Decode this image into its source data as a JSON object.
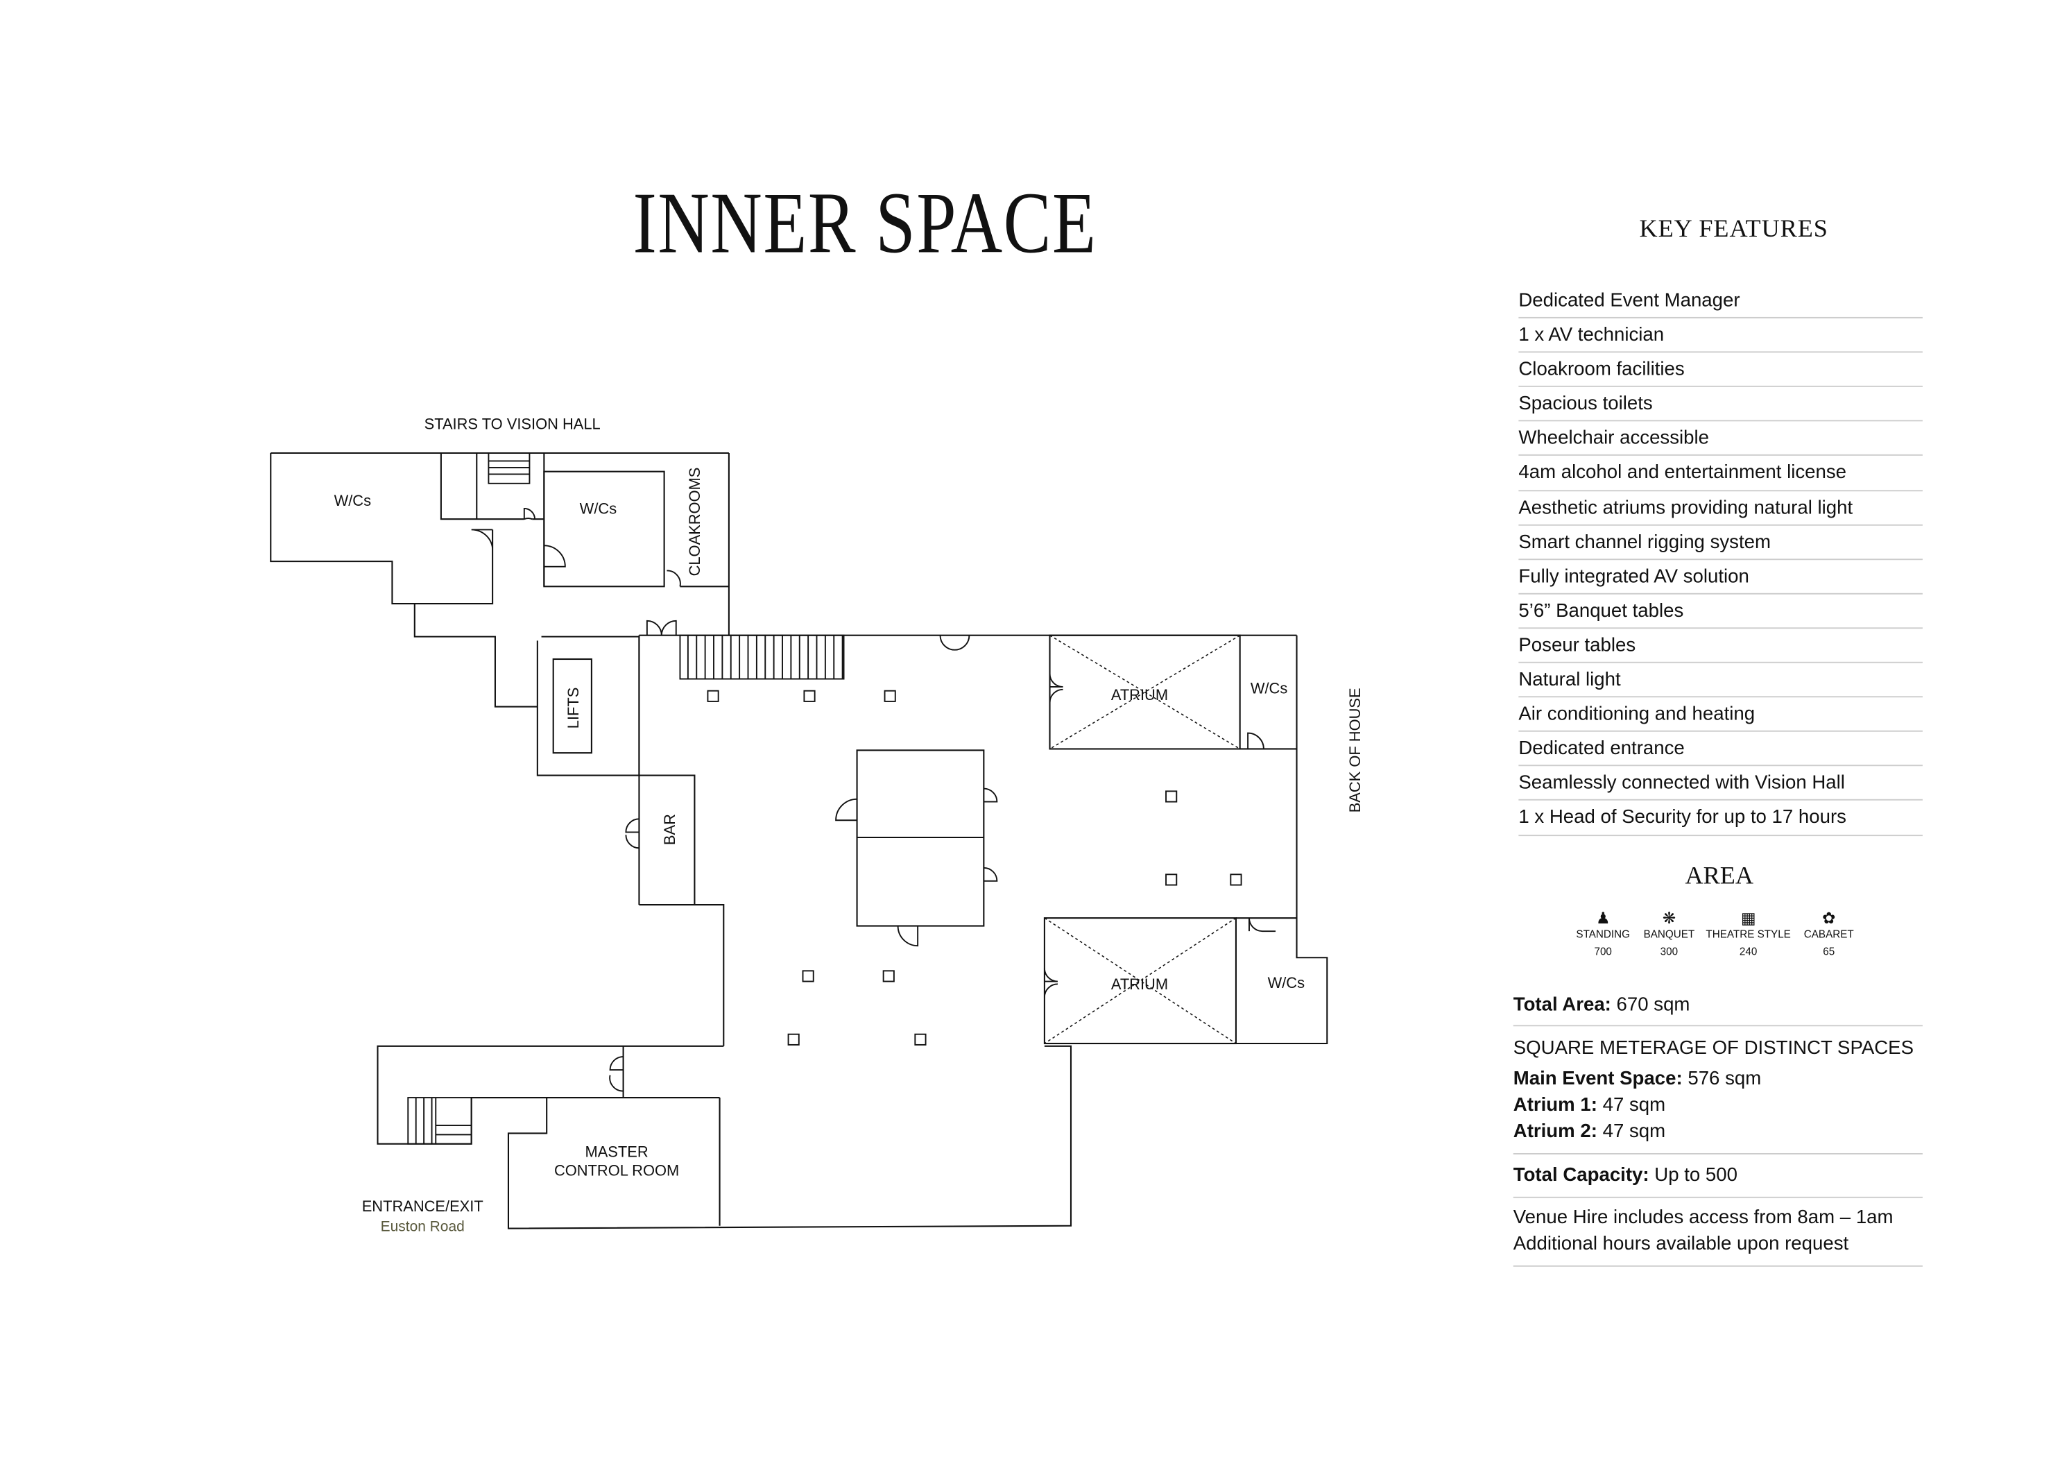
{
  "title": "INNER SPACE",
  "floor_plan": {
    "labels": {
      "stairs_to_vision_hall": "STAIRS TO VISION HALL",
      "wcs_1": "W/Cs",
      "wcs_2": "W/Cs",
      "cloakrooms": "CLOAKROOMS",
      "lifts": "LIFTS",
      "bar": "BAR",
      "atrium_1": "ATRIUM",
      "atrium_2": "ATRIUM",
      "wcs_3": "W/Cs",
      "wcs_4": "W/Cs",
      "back_of_house": "BACK OF HOUSE",
      "master_control_1": "MASTER",
      "master_control_2": "CONTROL ROOM",
      "entrance": "ENTRANCE/EXIT",
      "road": "Euston Road"
    },
    "road_color": "#5a5a3e"
  },
  "key_features": {
    "title": "KEY FEATURES",
    "items": [
      "Dedicated Event Manager",
      "1 x AV technician",
      "Cloakroom facilities",
      "Spacious toilets",
      "Wheelchair accessible",
      "4am alcohol and entertainment license",
      "Aesthetic atriums providing natural light",
      "Smart channel rigging system",
      "Fully integrated AV solution",
      "5’6” Banquet tables",
      "Poseur tables",
      "Natural light",
      "Air conditioning and heating",
      "Dedicated entrance",
      "Seamlessly connected with Vision Hall",
      "1 x Head of Security for up to 17 hours"
    ]
  },
  "area": {
    "title": "AREA",
    "capacities": [
      {
        "icon": "person-icon",
        "label": "STANDING",
        "value": "700"
      },
      {
        "icon": "banquet-icon",
        "label": "BANQUET",
        "value": "300"
      },
      {
        "icon": "theatre-icon",
        "label": "THEATRE STYLE",
        "value": "240"
      },
      {
        "icon": "cabaret-icon",
        "label": "CABARET",
        "value": "65"
      }
    ],
    "total_area_label": "Total Area:",
    "total_area_value": "670 sqm",
    "distinct_heading": "SQUARE METERAGE OF DISTINCT SPACES",
    "spaces": [
      {
        "label": "Main Event Space:",
        "value": "576 sqm"
      },
      {
        "label": "Atrium 1:",
        "value": "47 sqm"
      },
      {
        "label": "Atrium 2:",
        "value": "47 sqm"
      }
    ],
    "total_capacity_label": "Total Capacity:",
    "total_capacity_value": "Up to 500",
    "hire_line1": "Venue Hire includes access from 8am – 1am",
    "hire_line2": "Additional hours available upon request"
  }
}
